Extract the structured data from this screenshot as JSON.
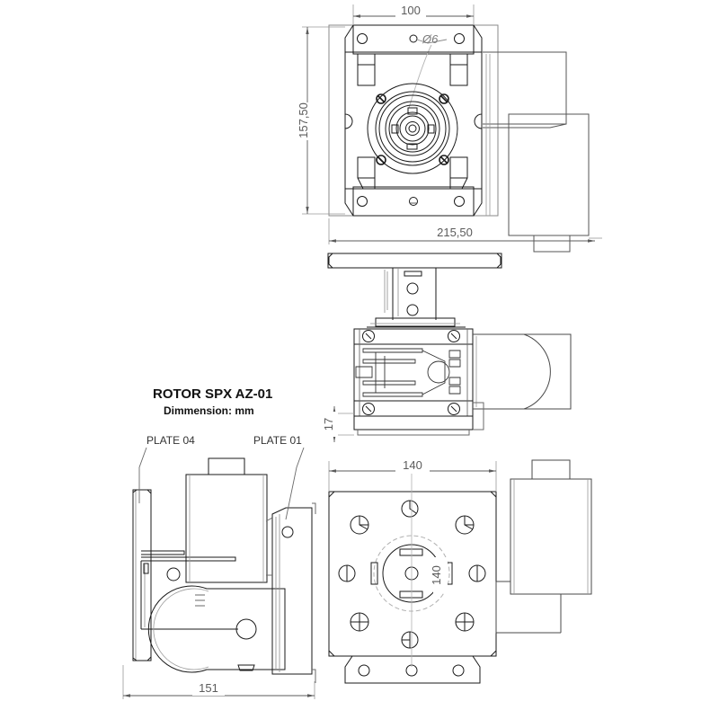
{
  "drawing": {
    "title": "ROTOR SPX AZ-01",
    "subtitle": "Dimmension: mm",
    "units": "mm",
    "background_color": "#ffffff",
    "line_color": "#1a1a1a",
    "thin_line_color": "#7a7a7a",
    "dimension_color": "#5b5b5b"
  },
  "dimensions": {
    "top_view_width": "100",
    "top_view_height": "157,50",
    "top_view_overall_width": "215,50",
    "hole_diameter": "Ø6",
    "middle_view_height": "17",
    "bottom_view_width": "140",
    "bottom_view_height": "140",
    "side_view_width": "151"
  },
  "callouts": [
    {
      "id": "plate-04",
      "label": "PLATE 04"
    },
    {
      "id": "plate-01",
      "label": "PLATE 01"
    }
  ],
  "views": [
    {
      "id": "top-view",
      "name": "Top view — mounting plate with rotor hub"
    },
    {
      "id": "middle-view",
      "name": "Front section view — internal mechanism"
    },
    {
      "id": "bottom-left-view",
      "name": "Side view — plates and drum housing"
    },
    {
      "id": "bottom-right-view",
      "name": "Plan view — 140 x 140 base plate"
    }
  ]
}
